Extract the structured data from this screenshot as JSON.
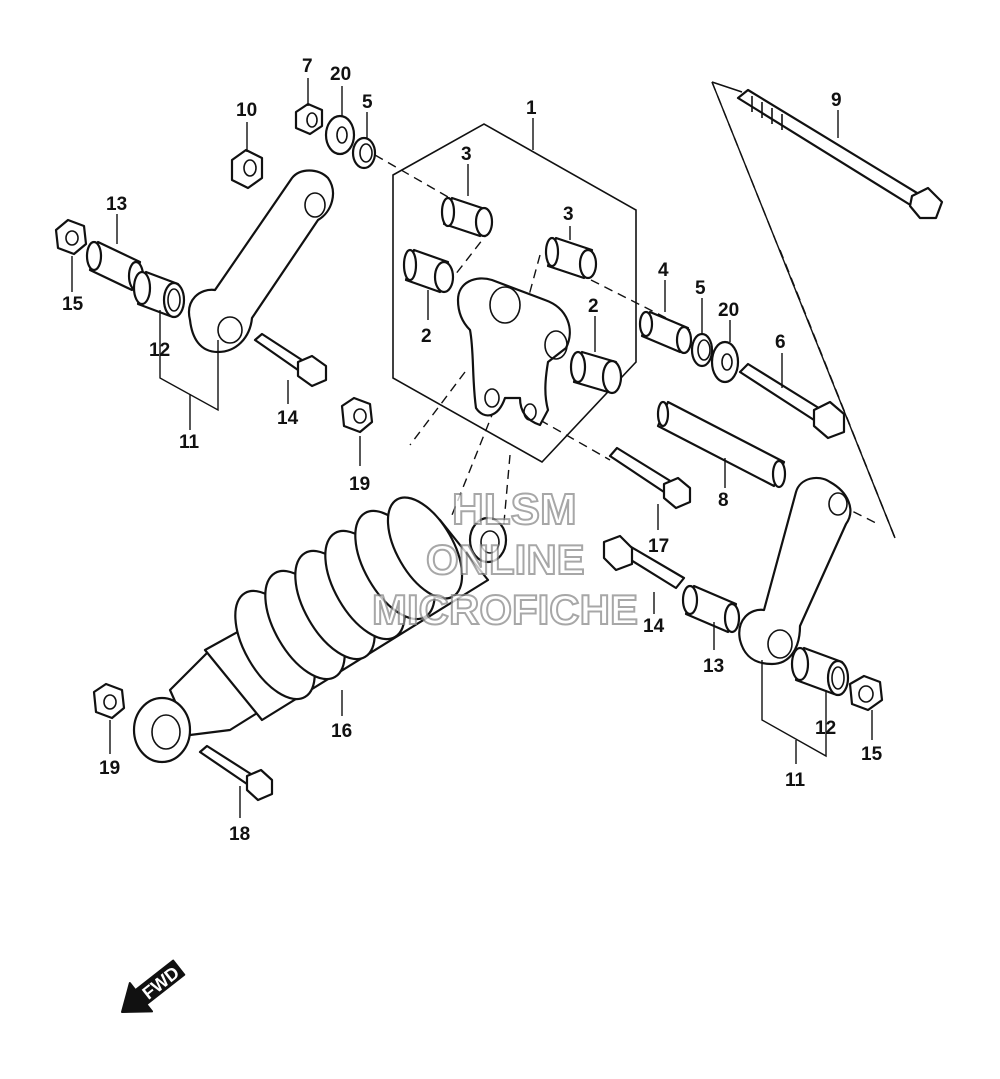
{
  "callouts": {
    "c1": "1",
    "c2a": "2",
    "c2b": "2",
    "c3a": "3",
    "c3b": "3",
    "c4": "4",
    "c5a": "5",
    "c5b": "5",
    "c6": "6",
    "c7": "7",
    "c8": "8",
    "c9": "9",
    "c10": "10",
    "c11a": "11",
    "c11b": "11",
    "c12a": "12",
    "c12b": "12",
    "c13a": "13",
    "c13b": "13",
    "c14a": "14",
    "c14b": "14",
    "c15a": "15",
    "c15b": "15",
    "c16": "16",
    "c17": "17",
    "c18": "18",
    "c19a": "19",
    "c19b": "19",
    "c20a": "20",
    "c20b": "20"
  },
  "watermark": {
    "line1": "HLSM",
    "line2": "ONLINE",
    "line3": "MICROFICHE"
  },
  "fwd_label": "FWD"
}
